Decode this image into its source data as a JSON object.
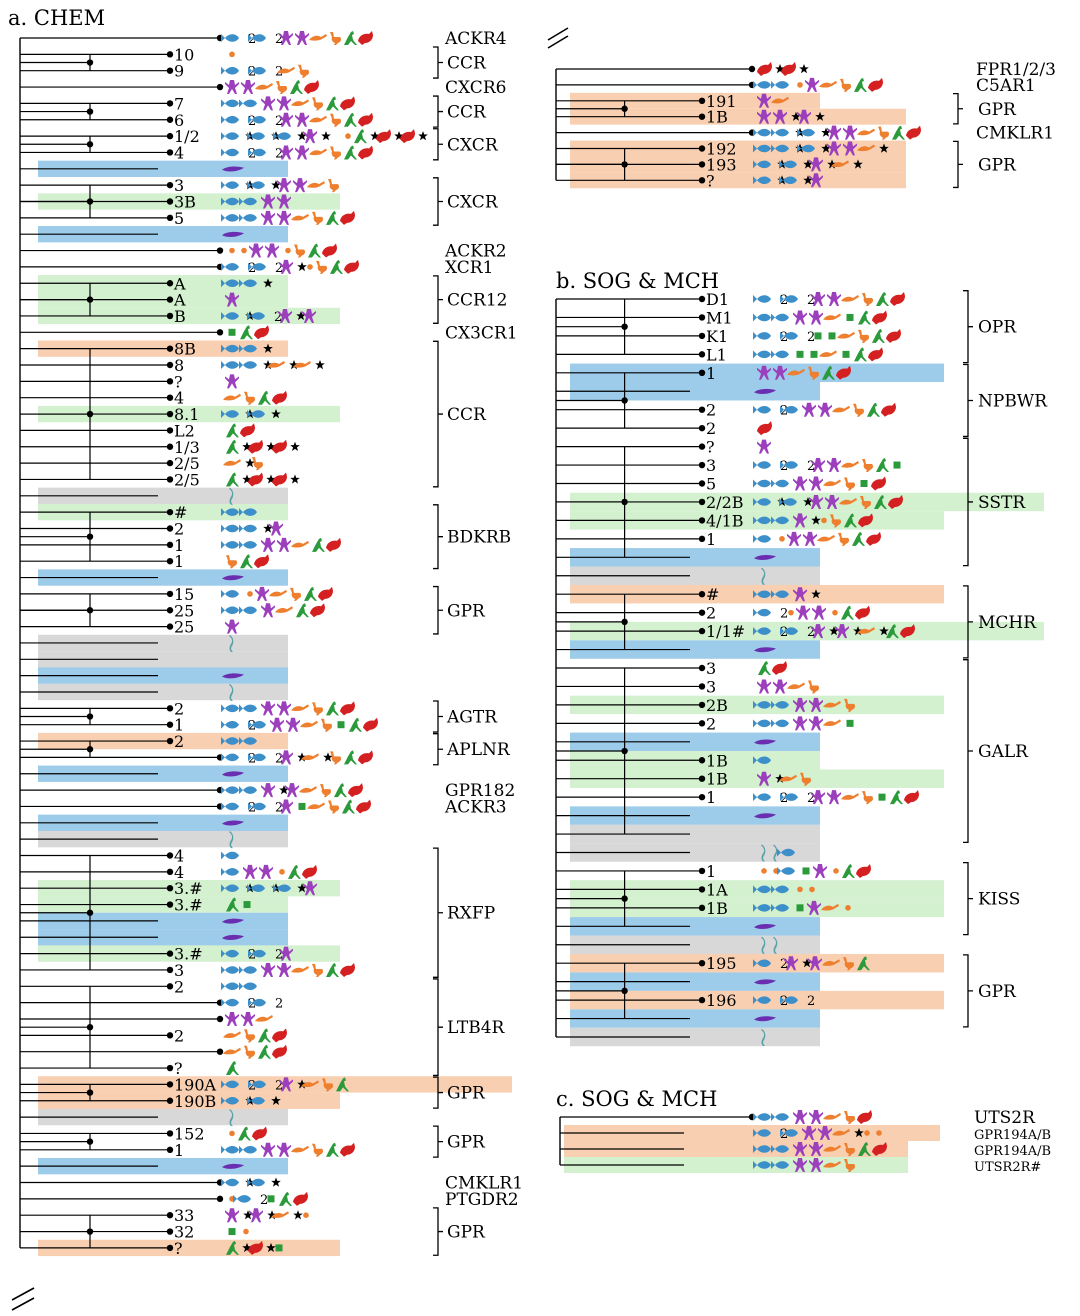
{
  "colors": {
    "fish": "#3d8fc9",
    "amphibian": "#9b3fbd",
    "reptile": "#ee7f2f",
    "bird": "#ee7f2f",
    "mammal_green": "#2a9a3a",
    "mammal_red": "#d42020",
    "lamprey": "#6a2fb0",
    "hagfish": "#5aa0a8",
    "tree": "#000000",
    "bg_blue": "#9dcbea",
    "bg_green": "#d3f0cf",
    "bg_orange": "#f9cfb2",
    "bg_gray": "#d8d8d8"
  },
  "panels": [
    {
      "title": "a. CHEM",
      "rows": [
        {
          "leaf": "",
          "bg": "",
          "icons": "f2f2aarbgm"
        },
        {
          "leaf": "10",
          "bg": "",
          "icons": "d"
        },
        {
          "leaf": "9",
          "bg": "",
          "icons": "f2f2rb"
        },
        {
          "leaf": "",
          "bg": "",
          "icons": "aarbgm"
        },
        {
          "leaf": "7",
          "bg": "",
          "icons": "ffaarbgm"
        },
        {
          "leaf": "6",
          "bg": "",
          "icons": "f2f2aarbgm"
        },
        {
          "leaf": "1/2",
          "bg": "",
          "icons": "f*f*f*a*odg*m*m*"
        },
        {
          "leaf": "4",
          "bg": "",
          "icons": "f2f2aarbgm"
        },
        {
          "leaf": "",
          "bg": "blue",
          "icons": "l"
        },
        {
          "leaf": "3",
          "bg": "",
          "icons": "f*f*aarb"
        },
        {
          "leaf": "3B",
          "bg": "green",
          "icons": "ffaa"
        },
        {
          "leaf": "5",
          "bg": "",
          "icons": "ffaarbgm"
        },
        {
          "leaf": "",
          "bg": "blue",
          "icons": "l"
        },
        {
          "leaf": "",
          "bg": "",
          "icons": "ddaadbgm"
        },
        {
          "leaf": "",
          "bg": "",
          "icons": "f2f2a*dbgm"
        },
        {
          "leaf": "A",
          "bg": "green",
          "icons": "ff*"
        },
        {
          "leaf": "A",
          "bg": "green",
          "icons": "a"
        },
        {
          "leaf": "B",
          "bg": "green",
          "icons": "f*f2a*a"
        },
        {
          "leaf": "",
          "bg": "",
          "icons": "sgm"
        },
        {
          "leaf": "8B",
          "bg": "orange",
          "icons": "ff*"
        },
        {
          "leaf": "8",
          "bg": "",
          "icons": "ff*r*r*"
        },
        {
          "leaf": "?",
          "bg": "",
          "icons": "a"
        },
        {
          "leaf": "4",
          "bg": "",
          "icons": "rbgm"
        },
        {
          "leaf": "8.1",
          "bg": "green",
          "icons": "f*f*"
        },
        {
          "leaf": "L2",
          "bg": "",
          "icons": "gm"
        },
        {
          "leaf": "1/3",
          "bg": "",
          "icons": "g*m*m*"
        },
        {
          "leaf": "2/5",
          "bg": "",
          "icons": "r*b"
        },
        {
          "leaf": "2/5",
          "bg": "",
          "icons": "g*m*m*"
        },
        {
          "leaf": "",
          "bg": "gray",
          "icons": "h"
        },
        {
          "leaf": "#",
          "bg": "green",
          "icons": "ff"
        },
        {
          "leaf": "2",
          "bg": "",
          "icons": "ff*a"
        },
        {
          "leaf": "1",
          "bg": "",
          "icons": "ffaargm"
        },
        {
          "leaf": "1",
          "bg": "",
          "icons": "bgm"
        },
        {
          "leaf": "",
          "bg": "blue",
          "icons": "l"
        },
        {
          "leaf": "15",
          "bg": "",
          "icons": "fdarbgm"
        },
        {
          "leaf": "25",
          "bg": "",
          "icons": "ffargm"
        },
        {
          "leaf": "25",
          "bg": "",
          "icons": "a"
        },
        {
          "leaf": "",
          "bg": "gray",
          "icons": "h"
        },
        {
          "leaf": "",
          "bg": "gray",
          "icons": ""
        },
        {
          "leaf": "",
          "bg": "blue",
          "icons": "l"
        },
        {
          "leaf": "",
          "bg": "gray",
          "icons": "h"
        },
        {
          "leaf": "2",
          "bg": "",
          "icons": "ffaarbgm"
        },
        {
          "leaf": "1",
          "bg": "",
          "icons": "f2faarbsgm"
        },
        {
          "leaf": "2",
          "bg": "orange",
          "icons": "ff"
        },
        {
          "leaf": "",
          "bg": "",
          "icons": "f2f2a*r*bgm"
        },
        {
          "leaf": "",
          "bg": "blue",
          "icons": "l"
        },
        {
          "leaf": "",
          "bg": "",
          "icons": "ffa*arbgm"
        },
        {
          "leaf": "",
          "bg": "",
          "icons": "f2f2asrbgm"
        },
        {
          "leaf": "",
          "bg": "blue",
          "icons": "l"
        },
        {
          "leaf": "",
          "bg": "gray",
          "icons": "h"
        },
        {
          "leaf": "4",
          "bg": "",
          "icons": "f"
        },
        {
          "leaf": "4",
          "bg": "",
          "icons": "faadgm"
        },
        {
          "leaf": "3.#",
          "bg": "green",
          "icons": "f*f*f*a"
        },
        {
          "leaf": "3.#",
          "bg": "green",
          "icons": "gs"
        },
        {
          "leaf": "",
          "bg": "blue",
          "icons": "l"
        },
        {
          "leaf": "",
          "bg": "blue",
          "icons": "l"
        },
        {
          "leaf": "3.#",
          "bg": "green",
          "icons": "f2f2a"
        },
        {
          "leaf": "3",
          "bg": "",
          "icons": "ffaarbgm"
        },
        {
          "leaf": "2",
          "bg": "",
          "icons": "ff"
        },
        {
          "leaf": "",
          "bg": "",
          "icons": "f2f2"
        },
        {
          "leaf": "",
          "bg": "",
          "icons": "aar"
        },
        {
          "leaf": "2",
          "bg": "",
          "icons": "rbgm"
        },
        {
          "leaf": "",
          "bg": "",
          "icons": "rbgm"
        },
        {
          "leaf": "?",
          "bg": "",
          "icons": "g"
        },
        {
          "leaf": "190A",
          "bg": "orange",
          "icons": "f2f2a*rbg"
        },
        {
          "leaf": "190B",
          "bg": "orange",
          "icons": "f*f*"
        },
        {
          "leaf": "",
          "bg": "gray",
          "icons": "h"
        },
        {
          "leaf": "152",
          "bg": "",
          "icons": "dgm"
        },
        {
          "leaf": "1",
          "bg": "",
          "icons": "ffaarbgm"
        },
        {
          "leaf": "",
          "bg": "blue",
          "icons": "l"
        },
        {
          "leaf": "",
          "bg": "",
          "icons": "f*f*"
        },
        {
          "leaf": "",
          "bg": "",
          "icons": "df2sgm"
        },
        {
          "leaf": "33",
          "bg": "",
          "icons": "a*a*r*d"
        },
        {
          "leaf": "32",
          "bg": "",
          "icons": "sd"
        },
        {
          "leaf": "?",
          "bg": "orange",
          "icons": "g*m*s"
        }
      ],
      "groups": [
        {
          "label": "ACKR4",
          "rows": [
            0,
            0
          ]
        },
        {
          "label": "CCR",
          "rows": [
            1,
            2
          ]
        },
        {
          "label": "CXCR6",
          "rows": [
            3,
            3
          ]
        },
        {
          "label": "CCR",
          "rows": [
            4,
            5
          ]
        },
        {
          "label": "CXCR",
          "rows": [
            6,
            7
          ]
        },
        {
          "label": "CXCR",
          "rows": [
            9,
            11
          ]
        },
        {
          "label": "ACKR2",
          "rows": [
            13,
            13
          ]
        },
        {
          "label": "XCR1",
          "rows": [
            14,
            14
          ]
        },
        {
          "label": "CCR12",
          "rows": [
            15,
            17
          ]
        },
        {
          "label": "CX3CR1",
          "rows": [
            18,
            18
          ]
        },
        {
          "label": "CCR",
          "rows": [
            19,
            27
          ]
        },
        {
          "label": "BDKRB",
          "rows": [
            29,
            32
          ]
        },
        {
          "label": "GPR",
          "rows": [
            34,
            36
          ]
        },
        {
          "label": "AGTR",
          "rows": [
            41,
            42
          ]
        },
        {
          "label": "APLNR",
          "rows": [
            43,
            44
          ]
        },
        {
          "label": "GPR182",
          "rows": [
            46,
            46
          ]
        },
        {
          "label": "ACKR3",
          "rows": [
            47,
            47
          ]
        },
        {
          "label": "RXFP",
          "rows": [
            50,
            57
          ]
        },
        {
          "label": "LTB4R",
          "rows": [
            58,
            63
          ]
        },
        {
          "label": "GPR",
          "rows": [
            64,
            65
          ]
        },
        {
          "label": "GPR",
          "rows": [
            67,
            68
          ]
        },
        {
          "label": "CMKLR1",
          "rows": [
            70,
            70
          ]
        },
        {
          "label": "PTGDR2",
          "rows": [
            71,
            71
          ]
        },
        {
          "label": "GPR",
          "rows": [
            72,
            74
          ]
        }
      ]
    },
    {
      "title": "",
      "rows": [
        {
          "leaf": "",
          "bg": "",
          "icons": "m*m*"
        },
        {
          "leaf": "",
          "bg": "",
          "icons": "ffdarbgm"
        },
        {
          "leaf": "191",
          "bg": "orange",
          "icons": "ar"
        },
        {
          "leaf": "1B",
          "bg": "orange",
          "icons": "aa*a*"
        },
        {
          "leaf": "",
          "bg": "",
          "icons": "ff*f*aarbgm"
        },
        {
          "leaf": "192",
          "bg": "orange",
          "icons": "ff*f*aar*"
        },
        {
          "leaf": "193",
          "bg": "orange",
          "icons": "f*f*a*r*"
        },
        {
          "leaf": "?",
          "bg": "orange",
          "icons": "f*f*a"
        }
      ],
      "groups": [
        {
          "label": "FPR1/2/3",
          "rows": [
            0,
            0
          ]
        },
        {
          "label": "C5AR1",
          "rows": [
            1,
            1
          ]
        },
        {
          "label": "GPR",
          "rows": [
            2,
            3
          ]
        },
        {
          "label": "CMKLR1",
          "rows": [
            4,
            4
          ]
        },
        {
          "label": "GPR",
          "rows": [
            5,
            7
          ]
        }
      ]
    },
    {
      "title": "b. SOG & MCH",
      "rows": [
        {
          "leaf": "D1",
          "bg": "",
          "icons": "f2f2aarbgm"
        },
        {
          "leaf": "M1",
          "bg": "",
          "icons": "ffaarsgm"
        },
        {
          "leaf": "K1",
          "bg": "",
          "icons": "f2f2ssrbgm"
        },
        {
          "leaf": "L1",
          "bg": "",
          "icons": "ffssrsgm"
        },
        {
          "leaf": "1",
          "bg": "blue",
          "icons": "aarbgm"
        },
        {
          "leaf": "",
          "bg": "blue",
          "icons": "l"
        },
        {
          "leaf": "2",
          "bg": "",
          "icons": "f2faarbgm"
        },
        {
          "leaf": "2",
          "bg": "",
          "icons": "m"
        },
        {
          "leaf": "?",
          "bg": "",
          "icons": "a"
        },
        {
          "leaf": "3",
          "bg": "",
          "icons": "f2f2aarbgs"
        },
        {
          "leaf": "5",
          "bg": "",
          "icons": "ffaarbsm"
        },
        {
          "leaf": "2/2B",
          "bg": "green",
          "icons": "f*f*aarbgm"
        },
        {
          "leaf": "4/1B",
          "bg": "green",
          "icons": "ffa*dbgm"
        },
        {
          "leaf": "1",
          "bg": "",
          "icons": "fdaarbgm"
        },
        {
          "leaf": "",
          "bg": "blue",
          "icons": "l"
        },
        {
          "leaf": "",
          "bg": "gray",
          "icons": "h"
        },
        {
          "leaf": "#",
          "bg": "orange",
          "icons": "ffa*"
        },
        {
          "leaf": "2",
          "bg": "",
          "icons": "f2daadgm"
        },
        {
          "leaf": "1/1#",
          "bg": "green",
          "icons": "f2f2a*a*r*gm"
        },
        {
          "leaf": "",
          "bg": "blue",
          "icons": "l"
        },
        {
          "leaf": "3",
          "bg": "",
          "icons": "gm"
        },
        {
          "leaf": "3",
          "bg": "",
          "icons": "aarb"
        },
        {
          "leaf": "2B",
          "bg": "green",
          "icons": "ffaarb"
        },
        {
          "leaf": "2",
          "bg": "",
          "icons": "ffaars"
        },
        {
          "leaf": "",
          "bg": "blue",
          "icons": "l"
        },
        {
          "leaf": "1B",
          "bg": "green",
          "icons": "f"
        },
        {
          "leaf": "1B",
          "bg": "green",
          "icons": "a*rb"
        },
        {
          "leaf": "1",
          "bg": "",
          "icons": "f2f2aarbsgm"
        },
        {
          "leaf": "",
          "bg": "blue",
          "icons": "l"
        },
        {
          "leaf": "",
          "bg": "gray",
          "icons": ""
        },
        {
          "leaf": "",
          "bg": "gray",
          "icons": "hhf"
        },
        {
          "leaf": "1",
          "bg": "",
          "icons": "ddfsadgm"
        },
        {
          "leaf": "1A",
          "bg": "green",
          "icons": "ffdd"
        },
        {
          "leaf": "1B",
          "bg": "green",
          "icons": "ffsard"
        },
        {
          "leaf": "",
          "bg": "blue",
          "icons": "l"
        },
        {
          "leaf": "",
          "bg": "gray",
          "icons": "hh"
        },
        {
          "leaf": "195",
          "bg": "orange",
          "icons": "f2a*arbg"
        },
        {
          "leaf": "",
          "bg": "blue",
          "icons": "l"
        },
        {
          "leaf": "196",
          "bg": "orange",
          "icons": "f2f2"
        },
        {
          "leaf": "",
          "bg": "blue",
          "icons": "l"
        },
        {
          "leaf": "",
          "bg": "gray",
          "icons": "h"
        }
      ],
      "groups": [
        {
          "label": "OPR",
          "rows": [
            0,
            3
          ]
        },
        {
          "label": "NPBWR",
          "rows": [
            4,
            7
          ]
        },
        {
          "label": "SSTR",
          "rows": [
            8,
            14
          ]
        },
        {
          "label": "MCHR",
          "rows": [
            16,
            19
          ]
        },
        {
          "label": "GALR",
          "rows": [
            20,
            29
          ]
        },
        {
          "label": "KISS",
          "rows": [
            31,
            34
          ]
        },
        {
          "label": "GPR",
          "rows": [
            36,
            39
          ]
        }
      ]
    },
    {
      "title": "c. SOG & MCH",
      "rows": [
        {
          "leaf": "",
          "bg": "",
          "icons": "ffaarbm"
        },
        {
          "leaf": "",
          "bg": "orange",
          "icons": "f2faar*dd"
        },
        {
          "leaf": "",
          "bg": "orange",
          "icons": "ffaarbgm"
        },
        {
          "leaf": "",
          "bg": "green",
          "icons": "ffaarb"
        }
      ],
      "groups": [
        {
          "label": "UTS2R",
          "rows": [
            0,
            0
          ],
          "small": false
        },
        {
          "label": "GPR194A/B",
          "rows": [
            1,
            1
          ],
          "small": true
        },
        {
          "label": "GPR194A/B",
          "rows": [
            2,
            2
          ],
          "small": true
        },
        {
          "label": "UTSR2R#",
          "rows": [
            3,
            3
          ],
          "small": true
        }
      ]
    }
  ],
  "icon_names": {
    "f": "fish-icon",
    "a": "amphibian-icon",
    "r": "lizard-icon",
    "b": "bird-icon",
    "g": "kangaroo-icon",
    "m": "mammal-icon",
    "l": "lamprey-icon",
    "h": "hagfish-icon",
    "d": "dot-marker",
    "s": "square-marker"
  }
}
